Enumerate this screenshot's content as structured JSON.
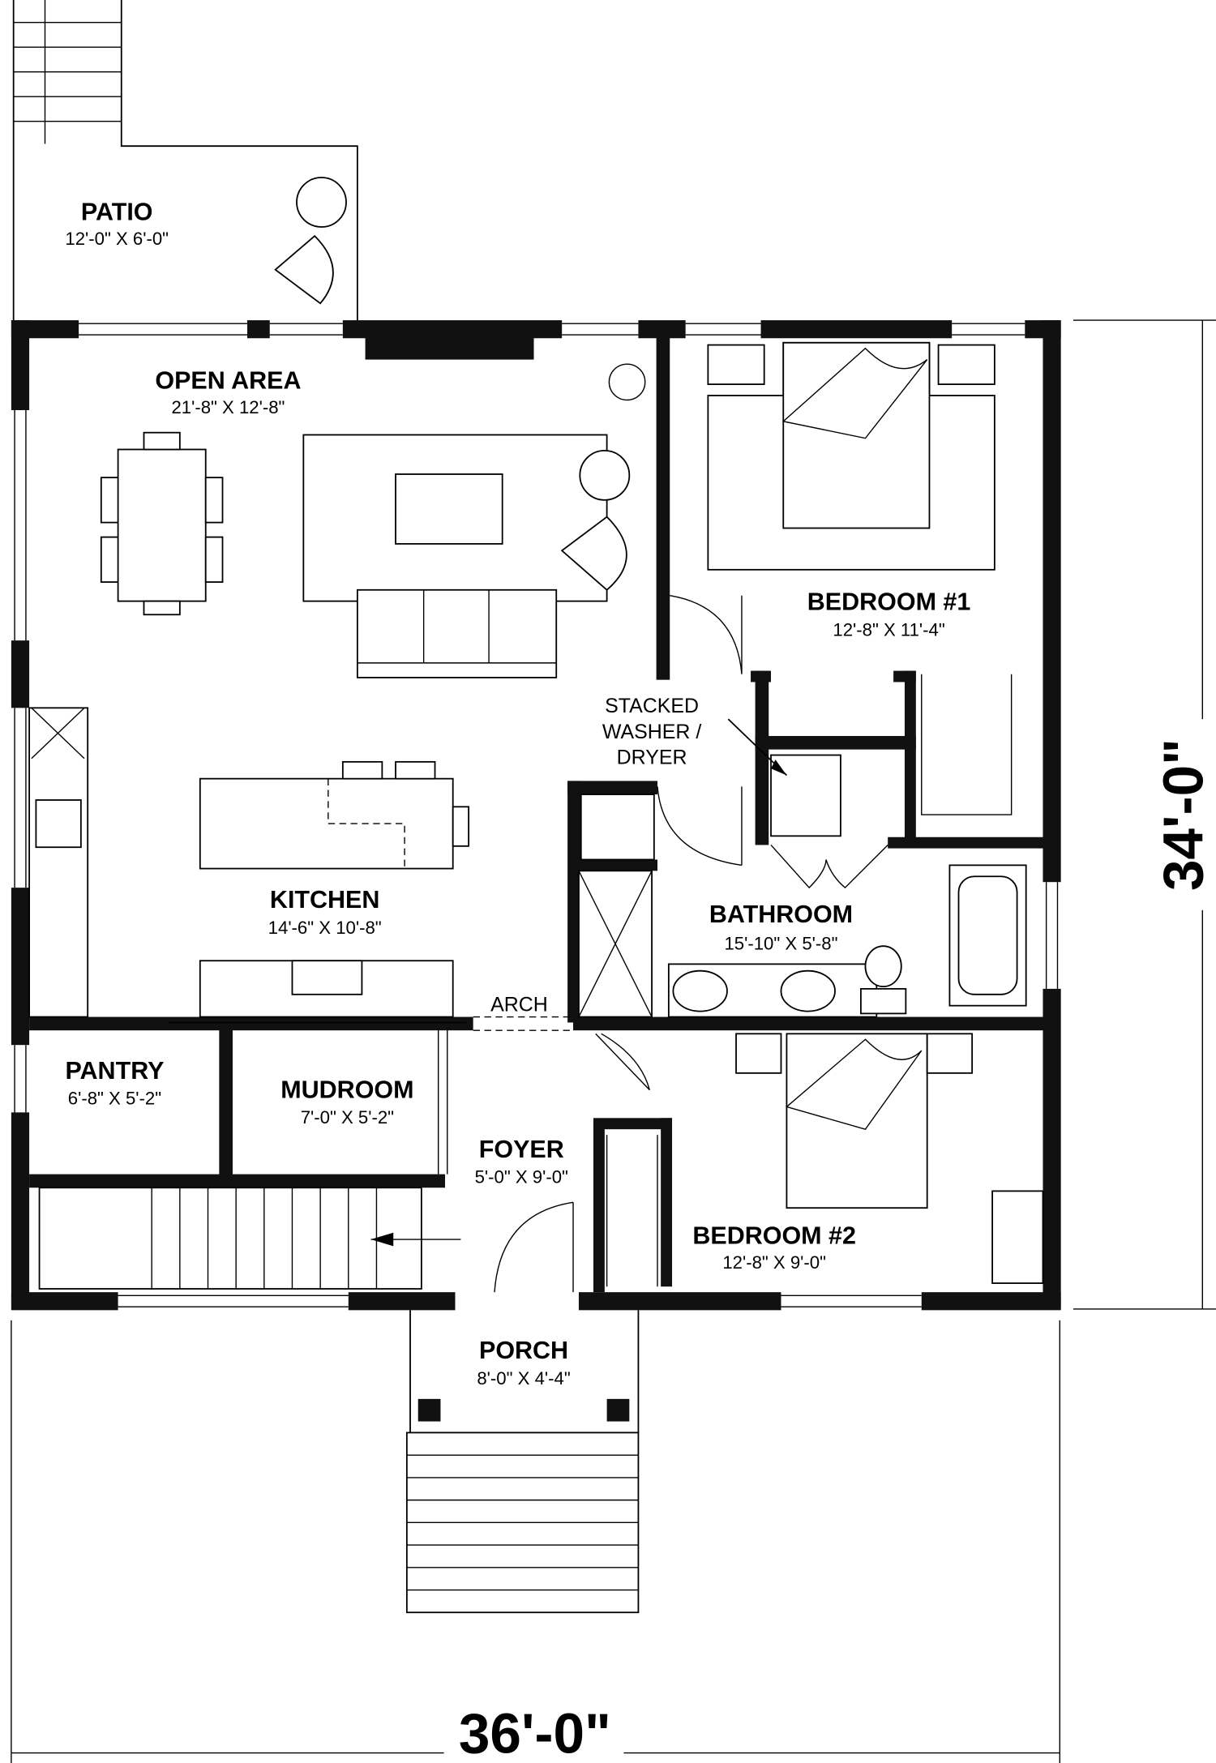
{
  "rooms": {
    "patio": {
      "name": "PATIO",
      "size": "12'-0\" X 6'-0\""
    },
    "open_area": {
      "name": "OPEN AREA",
      "size": "21'-8\" X 12'-8\""
    },
    "bedroom1": {
      "name": "BEDROOM #1",
      "size": "12'-8\" X 11'-4\""
    },
    "kitchen": {
      "name": "KITCHEN",
      "size": "14'-6\" X 10'-8\""
    },
    "bathroom": {
      "name": "BATHROOM",
      "size": "15'-10\" X 5'-8\""
    },
    "pantry": {
      "name": "PANTRY",
      "size": "6'-8\" X 5'-2\""
    },
    "mudroom": {
      "name": "MUDROOM",
      "size": "7'-0\" X 5'-2\""
    },
    "foyer": {
      "name": "FOYER",
      "size": "5'-0\" X 9'-0\""
    },
    "bedroom2": {
      "name": "BEDROOM #2",
      "size": "12'-8\" X 9'-0\""
    },
    "porch": {
      "name": "PORCH",
      "size": "8'-0\" X 4'-4\""
    }
  },
  "notes": {
    "washer": [
      "STACKED",
      "WASHER /",
      "DRYER"
    ],
    "arch": "ARCH"
  },
  "dimensions": {
    "width": "36'-0\"",
    "depth": "34'-0\""
  }
}
